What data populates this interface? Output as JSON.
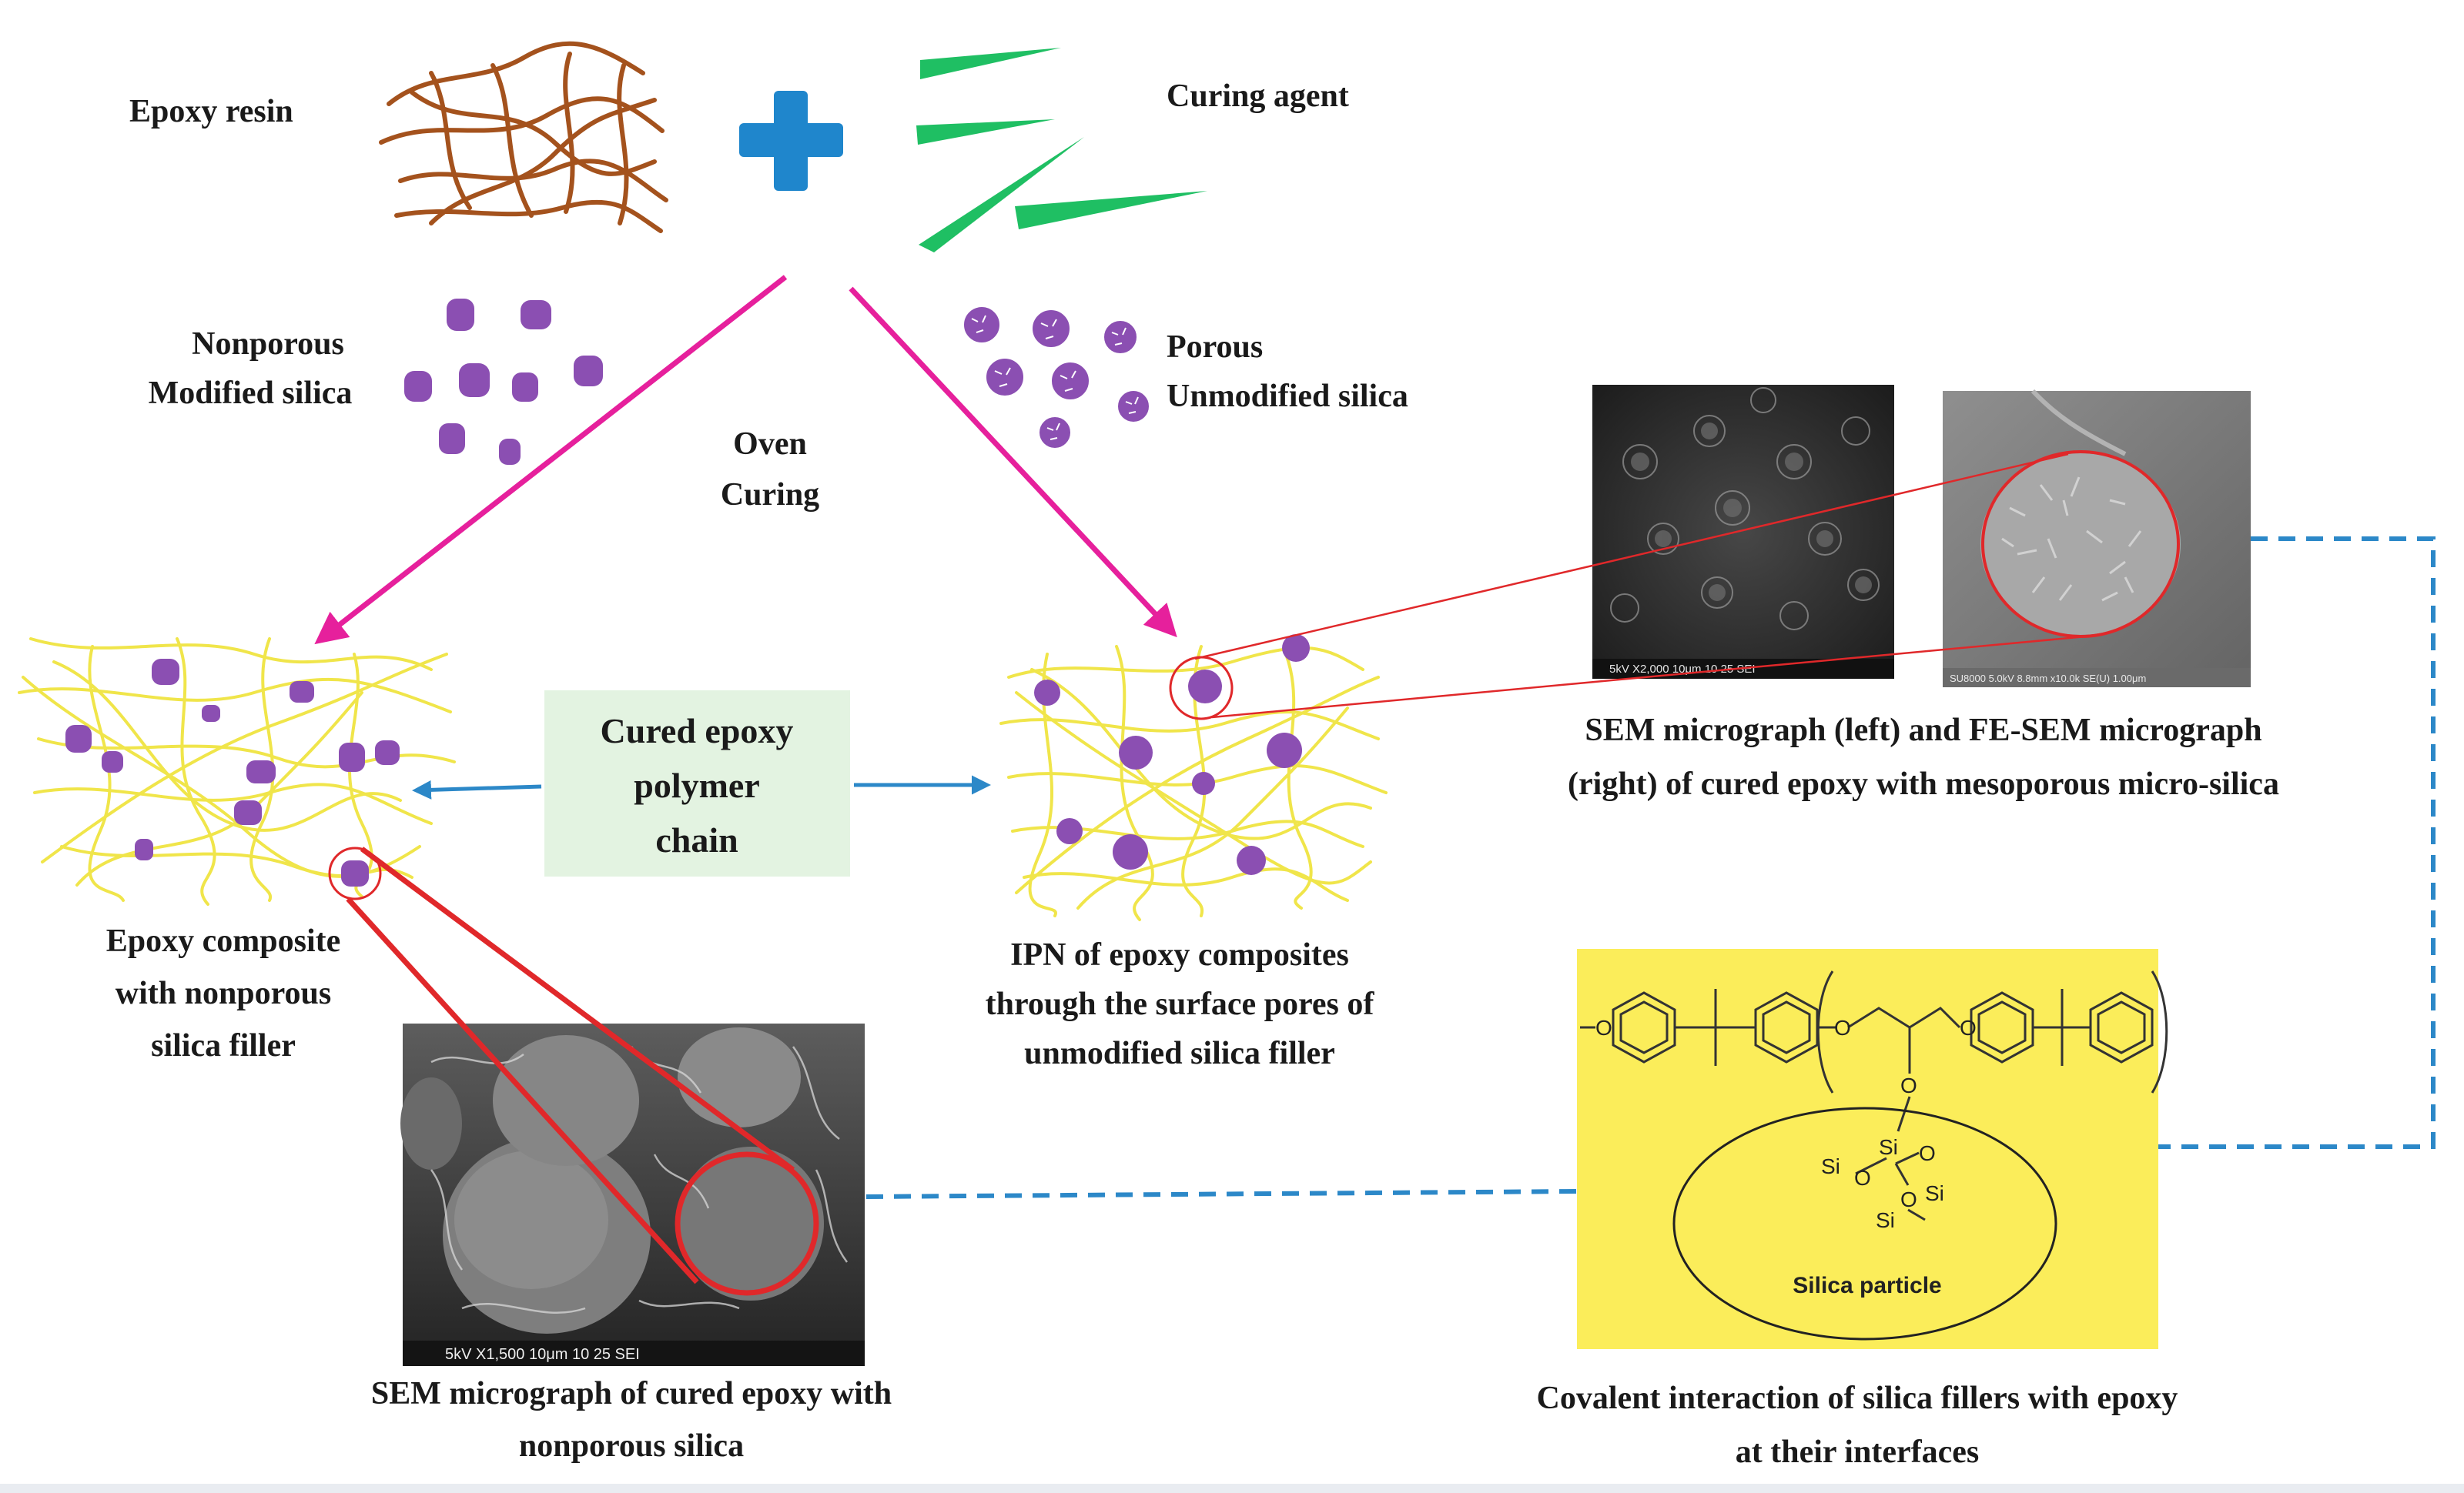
{
  "labels": {
    "epoxy_resin": "Epoxy resin",
    "curing_agent": "Curing agent",
    "nonporous_line1": "Nonporous",
    "nonporous_line2": "Modified silica",
    "porous_line1": "Porous",
    "porous_line2": "Unmodified silica",
    "oven_line1": "Oven",
    "oven_line2": "Curing",
    "cured_line1": "Cured epoxy",
    "cured_line2": "polymer",
    "cured_line3": "chain",
    "composite_line1": "Epoxy composite",
    "composite_line2": "with nonporous",
    "composite_line3": "silica filler",
    "ipn_line1": "IPN of epoxy composites",
    "ipn_line2": "through the surface pores of",
    "ipn_line3": "unmodified silica filler",
    "sem_fesem_line1": "SEM micrograph (left) and FE-SEM micrograph",
    "sem_fesem_line2": "(right) of cured epoxy with mesoporous micro-silica",
    "sem_nonporous_line1": "SEM micrograph of cured epoxy with",
    "sem_nonporous_line2": "nonporous silica",
    "covalent_line1": "Covalent interaction of silica fillers with epoxy",
    "covalent_line2": "at their interfaces"
  },
  "micrographs": {
    "sem_porous_bar": "5kV X2,000 10μm 10 25 SEI",
    "fesem_bar": "SU8000 5.0kV 8.8mm x10.0k SE(U) 1.00μm",
    "sem_nonporous_bar": "5kV X1,500 10μm 10 25 SEI"
  },
  "chemistry": {
    "oxygen": "O",
    "silicon": "Si",
    "particle": "Silica particle"
  },
  "colors": {
    "resin": "#a4521d",
    "curing_agent": "#1fbf63",
    "plus": "#1f86cc",
    "silica": "#8b4fb2",
    "arrow_magenta": "#e6209c",
    "polymer": "#f0e54a",
    "callout_red": "#e0282a",
    "dashed_blue": "#2c88c8",
    "cured_box": "#e3f3e1",
    "chem_panel": "#fbed5a"
  }
}
